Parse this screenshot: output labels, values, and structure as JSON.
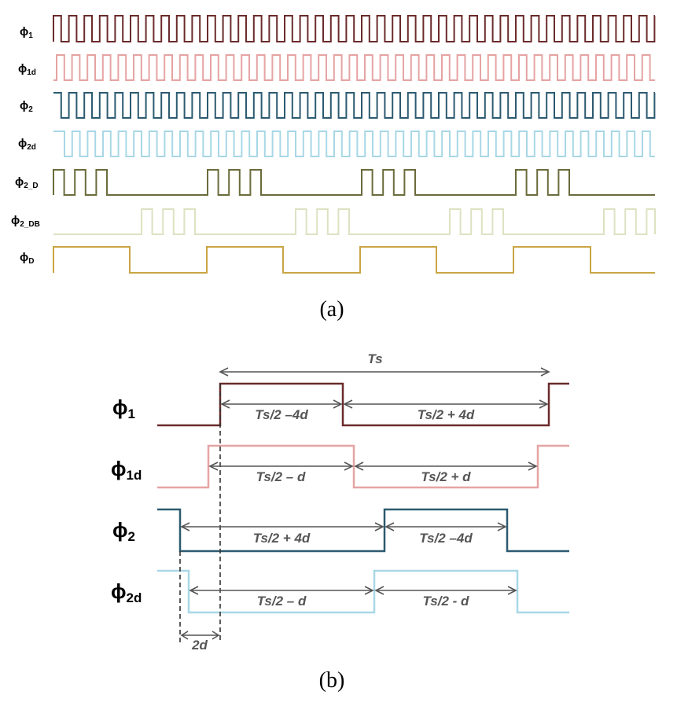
{
  "panel_a": {
    "caption": "(a)",
    "signals": [
      {
        "label": "ϕ",
        "sub": "1",
        "color": "#6b2b2b"
      },
      {
        "label": "ϕ",
        "sub": "1d",
        "color": "#e6a3a3"
      },
      {
        "label": "ϕ",
        "sub": "2",
        "color": "#2c5a70"
      },
      {
        "label": "ϕ",
        "sub": "2d",
        "color": "#a8d7e6"
      },
      {
        "label": "ϕ",
        "sub": "2_D",
        "color": "#6b6b3c"
      },
      {
        "label": "ϕ",
        "sub": "2_DB",
        "color": "#dde2c2"
      },
      {
        "label": "ϕ",
        "sub": "D",
        "color": "#caa544"
      }
    ]
  },
  "panel_b": {
    "caption": "(b)",
    "signals": [
      {
        "label": "ϕ",
        "sub": "1",
        "color": "#6b2b2b"
      },
      {
        "label": "ϕ",
        "sub": "1d",
        "color": "#e6a3a3"
      },
      {
        "label": "ϕ",
        "sub": "2",
        "color": "#2c5a70"
      },
      {
        "label": "ϕ",
        "sub": "2d",
        "color": "#a8d7e6"
      }
    ],
    "period_label": "Ts",
    "intervals": {
      "phi1_a": "Ts/2 –4d",
      "phi1_b": "Ts/2 + 4d",
      "phi1d_a": "Ts/2 – d",
      "phi1d_b": "Ts/2 + d",
      "phi2_a": "Ts/2 + 4d",
      "phi2_b": "Ts/2 –4d",
      "phi2d_a": "Ts/2 – d",
      "phi2d_b": "Ts/2 - d"
    },
    "deadtime_label": "2d"
  }
}
